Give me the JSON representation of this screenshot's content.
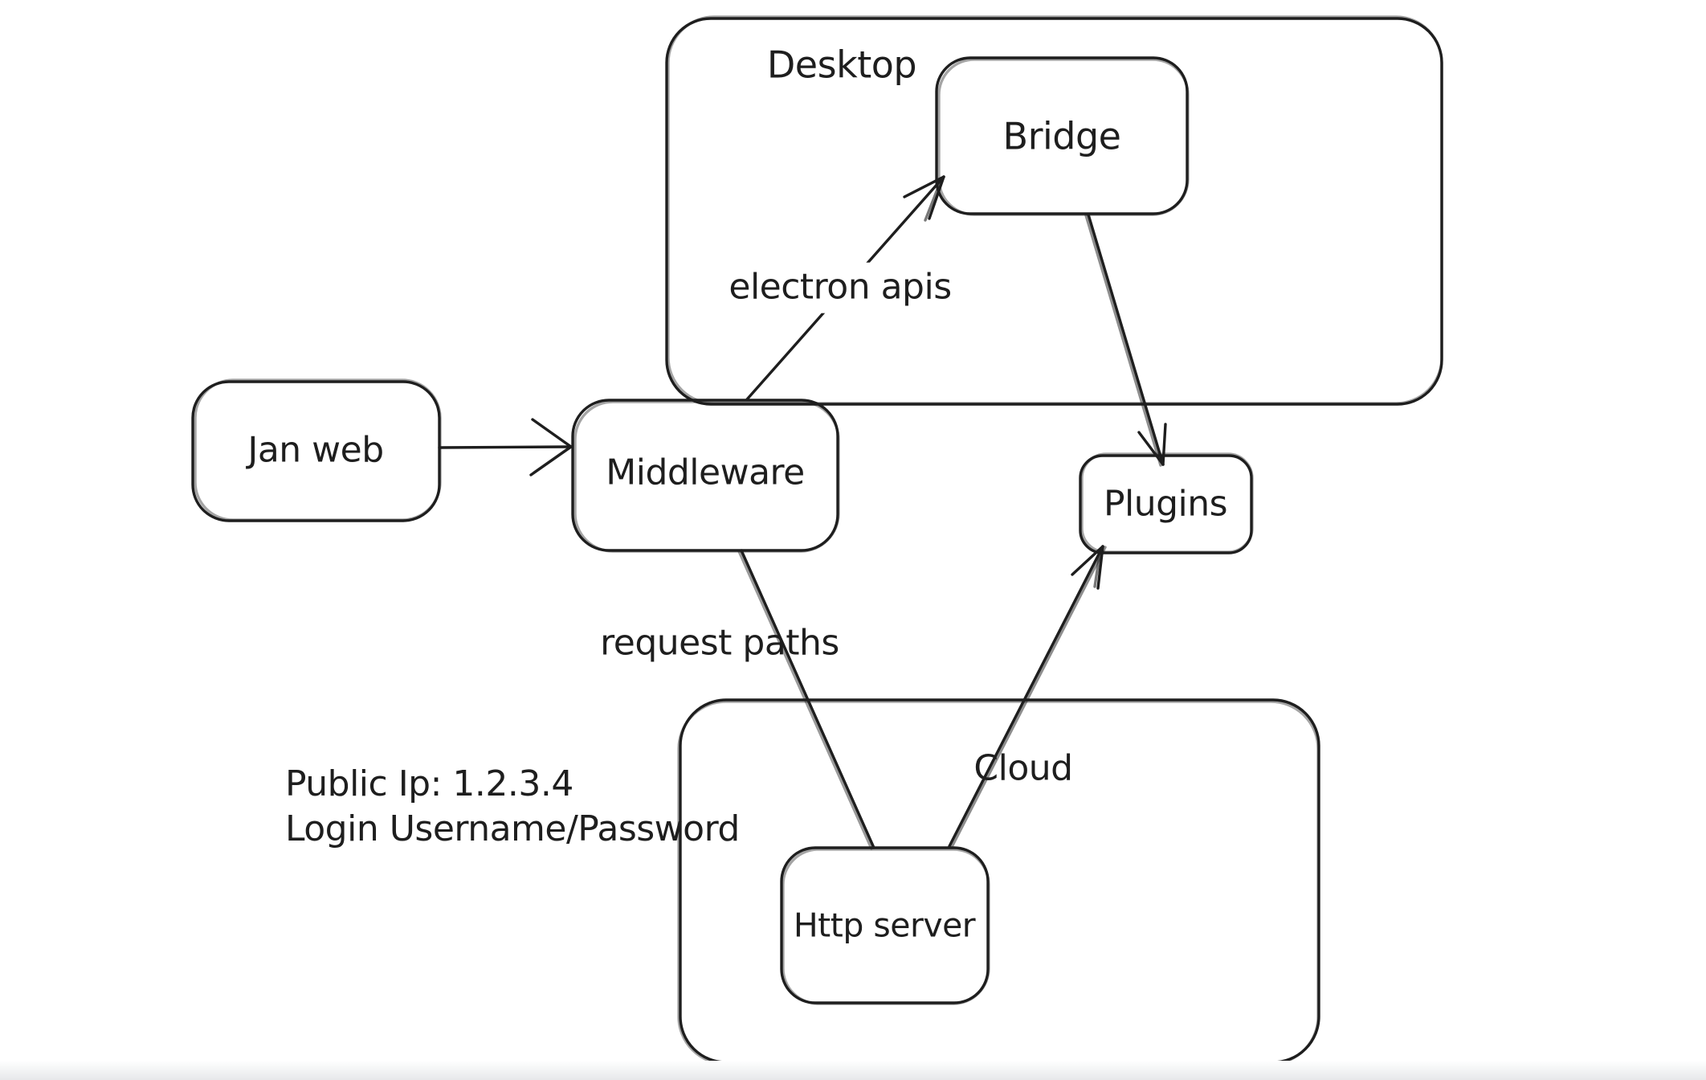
{
  "canvas": {
    "background": "#ffffff",
    "stroke_color": "#1e1e1e",
    "bottom_edge_shade": "#e7e8ea"
  },
  "containers": [
    {
      "id": "desktop",
      "label": "Desktop"
    },
    {
      "id": "cloud",
      "label": "Cloud"
    }
  ],
  "nodes": [
    {
      "id": "jan-web",
      "label": "Jan web"
    },
    {
      "id": "middleware",
      "label": "Middleware"
    },
    {
      "id": "bridge",
      "label": "Bridge"
    },
    {
      "id": "plugins",
      "label": "Plugins"
    },
    {
      "id": "http-server",
      "label": "Http server"
    }
  ],
  "edges": [
    {
      "from": "jan-web",
      "to": "middleware",
      "label": "",
      "arrow": true
    },
    {
      "from": "middleware",
      "to": "bridge",
      "label": "electron apis",
      "arrow": true
    },
    {
      "from": "bridge",
      "to": "plugins",
      "label": "",
      "arrow": true
    },
    {
      "from": "middleware",
      "to": "http-server",
      "label": "request paths",
      "arrow": false
    },
    {
      "from": "http-server",
      "to": "plugins",
      "label": "",
      "arrow": true
    }
  ],
  "annotations": {
    "lines": [
      "Public Ip: 1.2.3.4",
      "Login Username/Password"
    ]
  }
}
